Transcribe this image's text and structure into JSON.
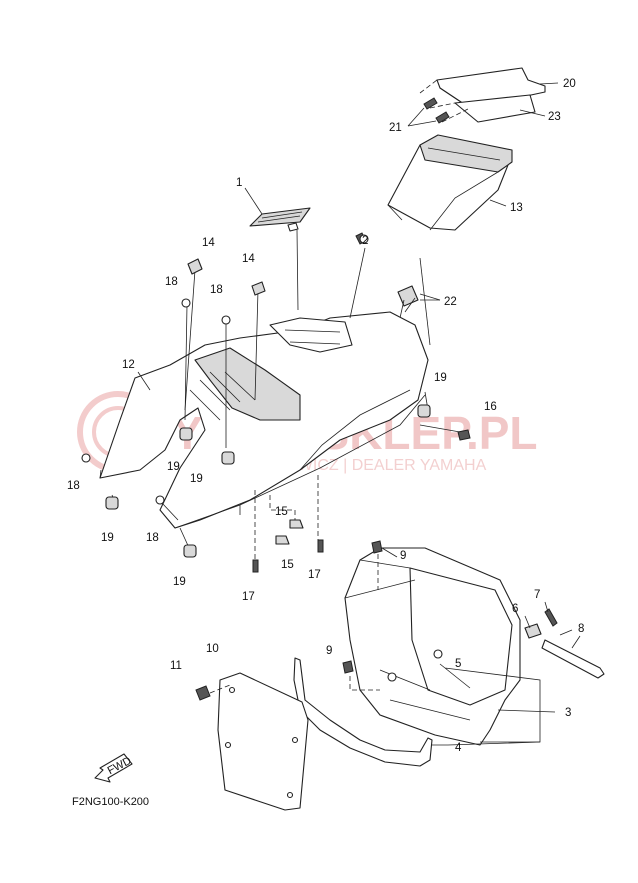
{
  "watermark": {
    "brand": "YAMA-SKLEP.PL",
    "dealer": "WOJCIECHOWICZ | DEALER YAMAHA"
  },
  "diagram_code": "F2NG100-K200",
  "fwd_label": "FWD",
  "callouts": {
    "c1": "1",
    "c2": "2",
    "c3": "3",
    "c4": "4",
    "c5": "5",
    "c6": "6",
    "c7": "7",
    "c8": "8",
    "c9a": "9",
    "c9b": "9",
    "c11": "11",
    "c10": "10",
    "c12": "12",
    "c13": "13",
    "c14a": "14",
    "c14b": "14",
    "c15a": "15",
    "c15b": "15",
    "c16": "16",
    "c17a": "17",
    "c17b": "17",
    "c18a": "18",
    "c18b": "18",
    "c18c": "18",
    "c18d": "18",
    "c19a": "19",
    "c19b": "19",
    "c19c": "19",
    "c19d": "19",
    "c19e": "19",
    "c20": "20",
    "c21": "21",
    "c22": "22",
    "c23": "23"
  }
}
